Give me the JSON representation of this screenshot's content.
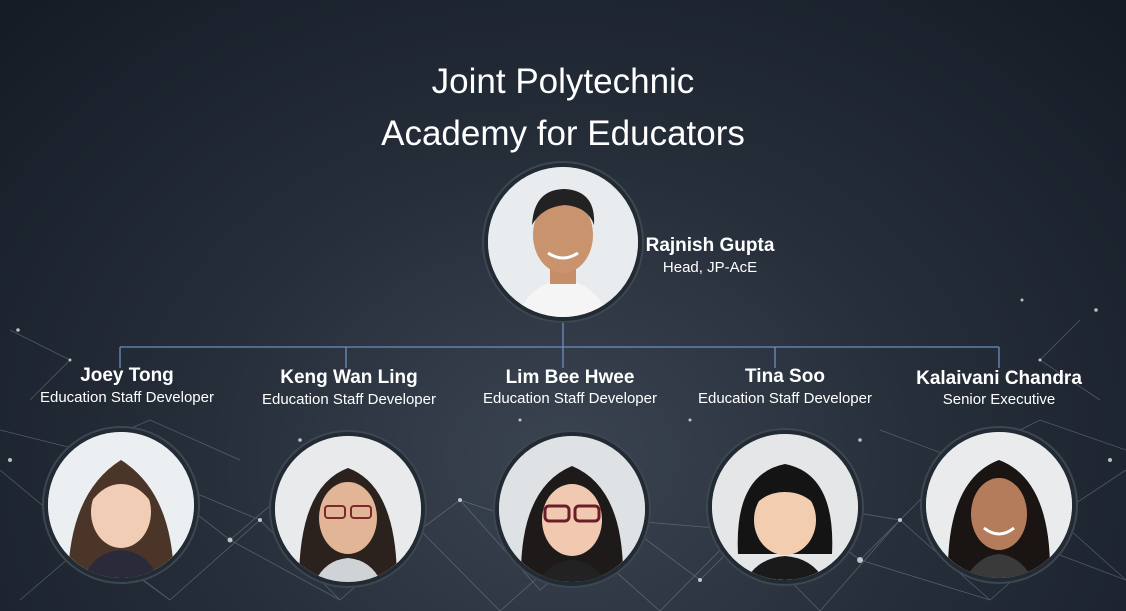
{
  "title": {
    "line1": "Joint Polytechnic",
    "line2": "Academy for Educators"
  },
  "head": {
    "name": "Rajnish Gupta",
    "role": "Head, JP-AcE"
  },
  "members": [
    {
      "name": "Joey Tong",
      "role": "Education Staff Developer"
    },
    {
      "name": "Keng Wan Ling",
      "role": "Education Staff Developer"
    },
    {
      "name": "Lim Bee Hwee",
      "role": "Education Staff Developer"
    },
    {
      "name": "Tina Soo",
      "role": "Education Staff Developer"
    },
    {
      "name": "Kalaivani Chandra",
      "role": "Senior Executive"
    }
  ],
  "colors": {
    "connector": "#6a8fbf",
    "text": "#ffffff",
    "background": "#1f2734"
  }
}
